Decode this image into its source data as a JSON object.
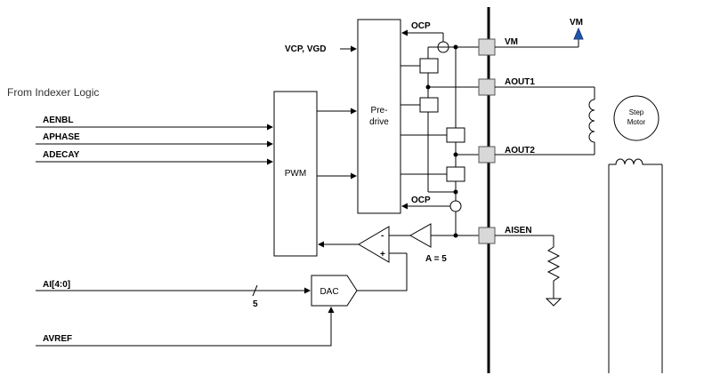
{
  "title": "From Indexer Logic",
  "inputs": {
    "aenbl": "AENBL",
    "aphase": "APHASE",
    "adecay": "ADECAY",
    "ai": "AI[4:0]",
    "avref": "AVREF"
  },
  "blocks": {
    "pwm": "PWM",
    "predrive_line1": "Pre-",
    "predrive_line2": "drive",
    "dac": "DAC",
    "motor_line1": "Step",
    "motor_line2": "Motor"
  },
  "supplies": {
    "vcp_vgd": "VCP, VGD",
    "vm_supply": "VM"
  },
  "signals": {
    "ocp_top": "OCP",
    "ocp_bottom": "OCP",
    "bus_width": "5",
    "gain": "A = 5"
  },
  "pins": {
    "vm": "VM",
    "aout1": "AOUT1",
    "aout2": "AOUT2",
    "aisen": "AISEN"
  },
  "comparator": {
    "minus": "-",
    "plus": "+"
  },
  "colors": {
    "wire": "#000000",
    "pin_fill": "#d8d8d8",
    "vm_arrow": "#2255aa"
  }
}
